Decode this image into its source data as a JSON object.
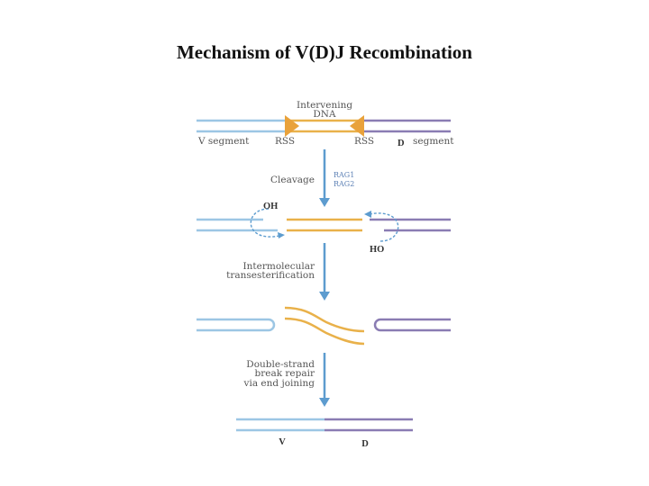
{
  "title": "Mechanism of V(D)J Recombination",
  "labels": {
    "intervening_line1": "Intervening",
    "intervening_line2": "DNA",
    "v_segment": "V segment",
    "rss_left": "RSS",
    "rss_right": "RSS",
    "d_letter": "D",
    "segment_word": "segment",
    "cleavage": "Cleavage",
    "rag1": "RAG1",
    "rag2": "RAG2",
    "oh": "OH",
    "ho": "HO",
    "transester_line1": "Intermolecular",
    "transester_line2": "transesterification",
    "repair_line1": "Double-strand",
    "repair_line2": "break repair",
    "repair_line3": "via end joining",
    "v_final": "V",
    "d_final": "D"
  },
  "colors": {
    "v_strand": "#9cc6e4",
    "d_strand": "#8a7cb3",
    "intervening": "#e9b14a",
    "arrow": "#5d9ccf",
    "rss_triangle": "#e9a23b"
  }
}
